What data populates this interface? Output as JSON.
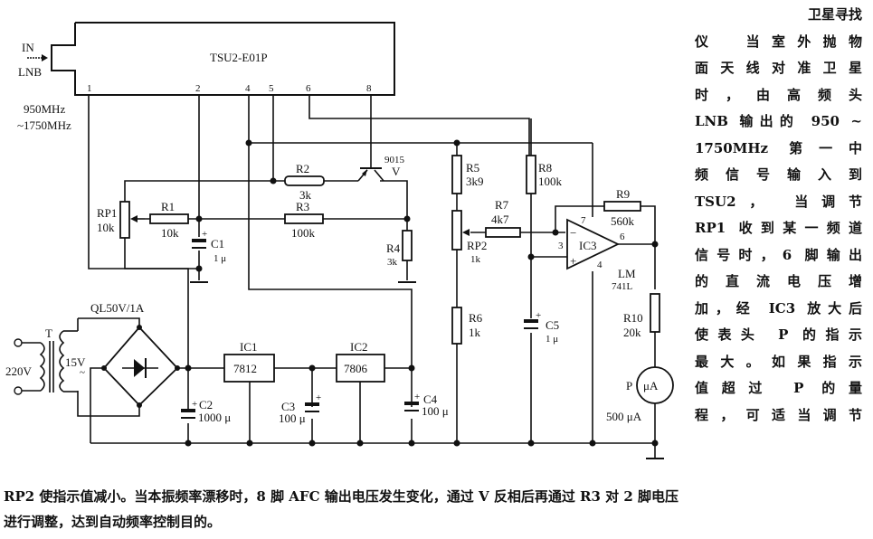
{
  "title": "卫星寻找仪",
  "schematic": {
    "module": {
      "name": "TSU2-E01P",
      "pins": [
        "1",
        "2",
        "4",
        "5",
        "6",
        "8"
      ]
    },
    "input": {
      "in_label": "IN",
      "src_label": "LNB",
      "freq_line1": "950MHz",
      "freq_line2": "~1750MHz"
    },
    "components": {
      "RP1": {
        "ref": "RP1",
        "value": "10k"
      },
      "R1": {
        "ref": "R1",
        "value": "10k"
      },
      "C1": {
        "ref": "C1",
        "value": "1 μ"
      },
      "R2": {
        "ref": "R2",
        "value": "3k"
      },
      "R3": {
        "ref": "R3",
        "value": "100k"
      },
      "R4": {
        "ref": "R4",
        "value": "3k"
      },
      "V": {
        "ref": "V",
        "part": "9015"
      },
      "R5": {
        "ref": "R5",
        "value": "3k9"
      },
      "RP2": {
        "ref": "RP2",
        "value": "1k"
      },
      "R6": {
        "ref": "R6",
        "value": "1k"
      },
      "R7": {
        "ref": "R7",
        "value": "4k7"
      },
      "R8": {
        "ref": "R8",
        "value": "100k"
      },
      "R9": {
        "ref": "R9",
        "value": "560k"
      },
      "R10": {
        "ref": "R10",
        "value": "20k"
      },
      "C5": {
        "ref": "C5",
        "value": "1 μ"
      },
      "IC3": {
        "ref": "IC3",
        "part_line1": "LM",
        "part_line2": "741L",
        "pin_minus": "−",
        "pin_plus": "+",
        "pin7": "7",
        "pin3": "3",
        "pin6": "6",
        "pin4": "4"
      },
      "P": {
        "ref": "P",
        "unit": "μA",
        "range": "500 μA"
      },
      "T": {
        "ref": "T",
        "primary": "220V",
        "secondary": "15V",
        "tilde": "~"
      },
      "bridge": {
        "ref": "QL50V/1A"
      },
      "C2": {
        "ref": "C2",
        "value": "1000 μ"
      },
      "IC1": {
        "ref": "IC1",
        "part": "7812"
      },
      "C3": {
        "ref": "C3",
        "value": "100 μ"
      },
      "IC2": {
        "ref": "IC2",
        "part": "7806"
      },
      "C4": {
        "ref": "C4",
        "value": "100 μ"
      }
    },
    "plus_sign": "+"
  },
  "description": {
    "side_lines": [
      "卫星寻找",
      "仪　当室外抛物",
      "面天线对准卫星",
      "时，由高频头",
      "LNB 输出的 950 ~",
      "1750MHz 第一中",
      "频信号输入到",
      "TSU2， 当调节",
      "RP1 收到某一频道",
      "信号时，6 脚输出",
      "的直流电压增",
      "加，经 IC3 放大后",
      "使表头 P 的指示",
      "最大。如果指示",
      "值超过 P 的量",
      "程，可适当调节"
    ],
    "bottom_lines": [
      "RP2 使指示值减小。当本振频率漂移时，8 脚 AFC 输出电压发生变化，通过 V 反相后再通过 R3 对 2 脚电压",
      "进行调整，达到自动频率控制目的。"
    ]
  }
}
